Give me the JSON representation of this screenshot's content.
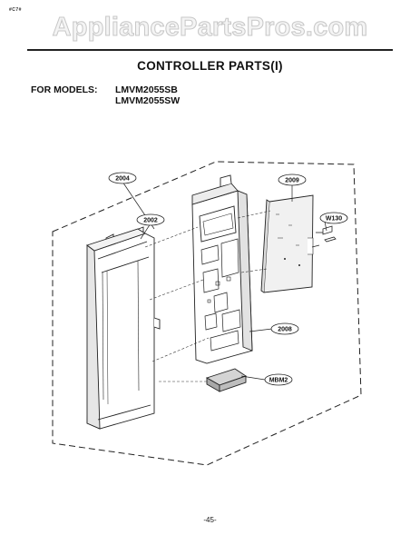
{
  "header": {
    "corner_mark": "#C7#",
    "watermark": "AppliancePartsPros.com"
  },
  "title": "CONTROLLER PARTS(I)",
  "models": {
    "label": "FOR MODELS:",
    "items": [
      "LMVM2055SB",
      "LMVM2055SW"
    ]
  },
  "callouts": {
    "c2004": "2004",
    "c2002": "2002",
    "c2009": "2009",
    "cW130": "W130",
    "c2008": "2008",
    "cMBM2": "MBM2"
  },
  "footer": {
    "page_number": "-45-"
  }
}
